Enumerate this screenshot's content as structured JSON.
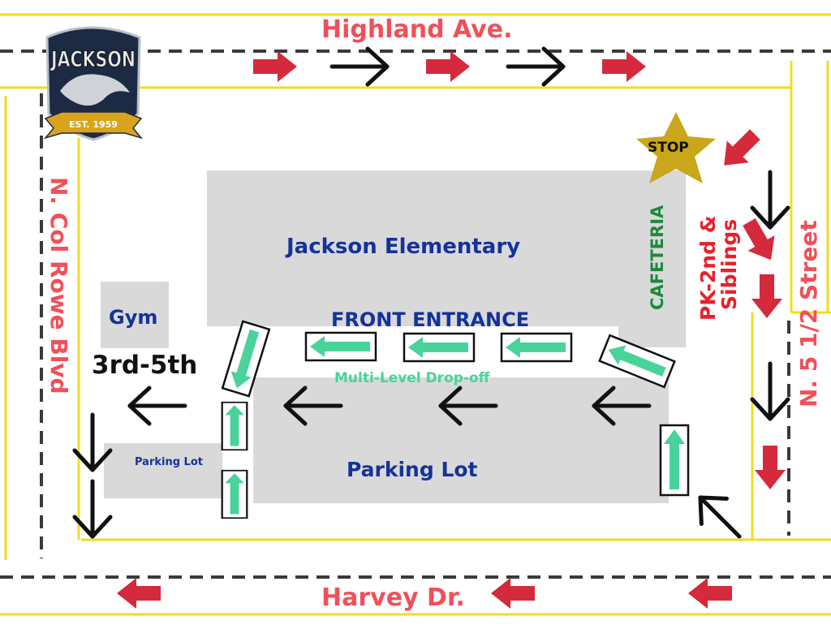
{
  "streets": {
    "north": "Highland Ave.",
    "south": "Harvey Dr.",
    "west": "N. Col Rowe Blvd",
    "east": "N. 5 1/2 Street"
  },
  "buildings": {
    "main": "Jackson Elementary",
    "cafeteria": "CAFETERIA",
    "gym": "Gym",
    "parking_lot": "Parking Lot",
    "parking_lot_small": "Parking Lot"
  },
  "labels": {
    "front_entrance": "FRONT ENTRANCE",
    "drop_off": "Multi-Level Drop-off",
    "stop": "STOP",
    "pk_line1": "PK-2nd &",
    "pk_line2": "Siblings",
    "grades_upper": "3rd-5th"
  },
  "logo": {
    "name": "JACKSON",
    "est": "EST. 1959"
  },
  "colors": {
    "street_line": "#f2dc1e",
    "center_dash": "#3a3a3a",
    "red_arrow": "#d42a3c",
    "green_arrow": "#48d39a",
    "building": "#d9d9d9",
    "building_text": "#14329a",
    "cafeteria_text": "#1c8a3c",
    "street_text": "#f0505a",
    "pk_text": "#e8202a",
    "star": "#c9a61a"
  }
}
